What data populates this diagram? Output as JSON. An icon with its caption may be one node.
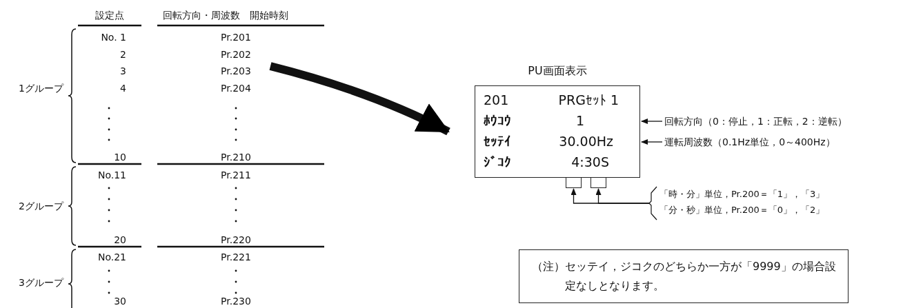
{
  "diagram": {
    "nodes": [
      {
        "text": [
          "PU画面表示",
          "201",
          "PRGｾｯﾄ 1",
          "ﾎｳｺｳ",
          "1",
          "ｾｯﾃｲ",
          "30.00Hz",
          "ｼﾞｺｸ",
          "4:30S"
        ]
      },
      {
        "text": [],
        "shape": "box"
      },
      {
        "text": [],
        "shape": "box"
      },
      {
        "text": [
          "回転方向（0：停止，1：正転，2：逆転）"
        ]
      },
      {
        "text": [
          "運転周波数（0.1Hz単位，0～400Hz）"
        ]
      },
      {
        "text": [
          "「時・分」単位，Pr.200＝「1」，「3」",
          "「分・秒」単位，Pr.200＝「0」，「2」"
        ]
      },
      {
        "text": [
          "（注）セッテイ，ジコクのどちらか一方が「9999」の場合設定なしとなります。"
        ]
      }
    ],
    "edges": [
      {
        "from": null,
        "to": 0,
        "arrow": "to",
        "style": "thick"
      },
      {
        "from": 3,
        "to": 0,
        "arrow": "to"
      },
      {
        "from": 4,
        "to": 0,
        "arrow": "to"
      },
      {
        "from": 5,
        "to": 1,
        "arrow": "to"
      },
      {
        "from": 5,
        "to": 2,
        "arrow": "to"
      }
    ],
    "labels": [
      "設定点",
      "回転方向・周波数　開始時刻",
      "No. 1",
      "Pr.201",
      "2",
      "Pr.202",
      "3",
      "Pr.203",
      "1グループ",
      "4",
      "Pr.204",
      "10",
      "Pr.210",
      "No.11",
      "Pr.211",
      "2グループ",
      "20",
      "Pr.220",
      "No.21",
      "Pr.221",
      "3グループ",
      "30",
      "Pr.230"
    ]
  }
}
